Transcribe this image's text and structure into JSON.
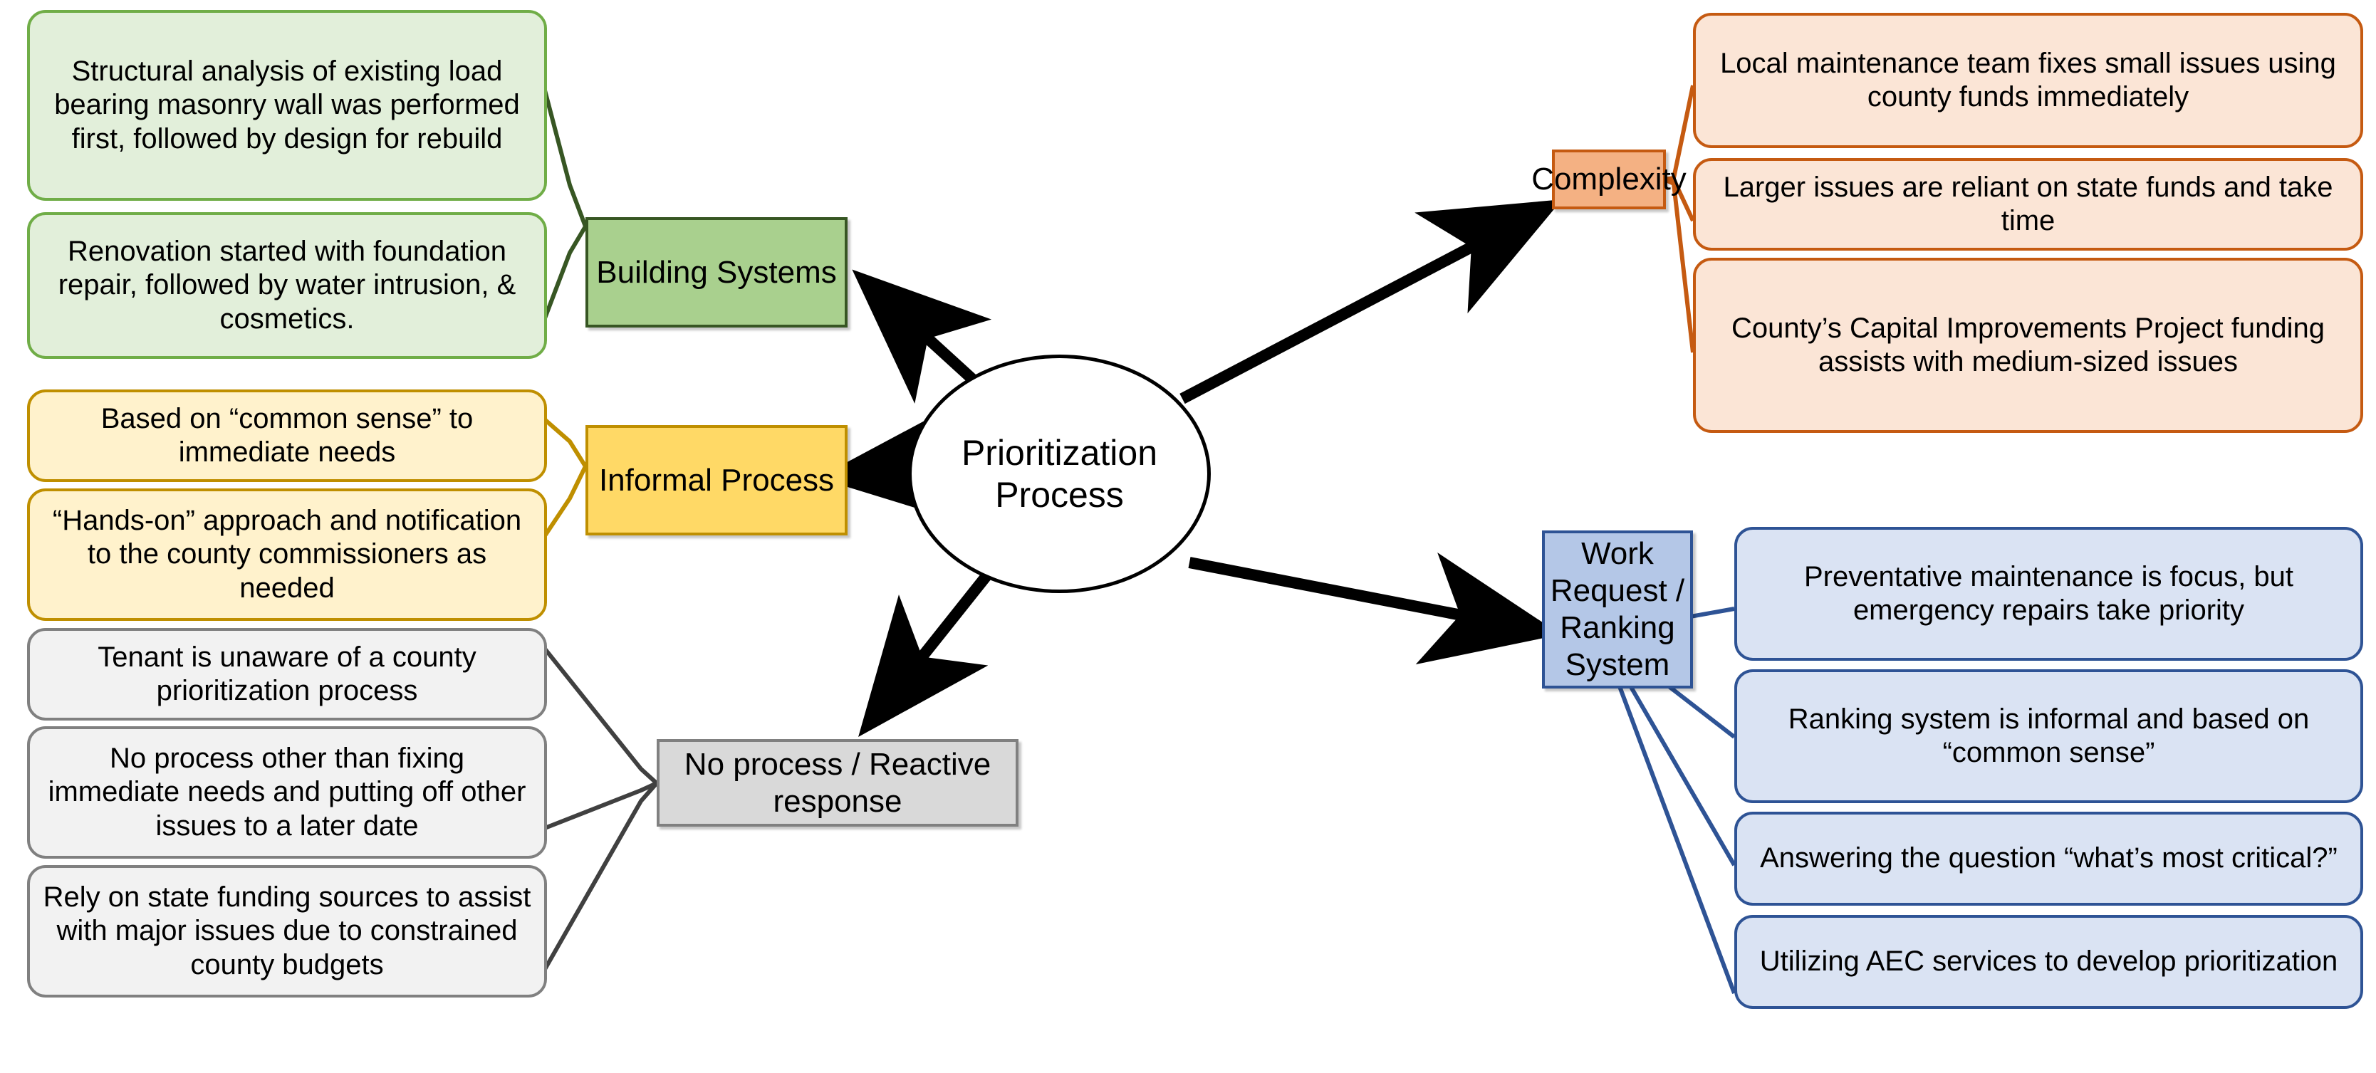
{
  "diagram": {
    "title": "Prioritization Process",
    "center": {
      "label": "Prioritization Process",
      "shape": "ellipse"
    },
    "branches": [
      {
        "id": "building-systems",
        "category_label": "Building Systems",
        "color": "#A9D08E",
        "border_color": "#375623",
        "leaf_fill": "#E2EFDA",
        "side": "left",
        "leaves": [
          {
            "text": "Structural analysis of existing load bearing masonry wall was performed first, followed by design for rebuild"
          },
          {
            "text": "Renovation started with foundation repair, followed by water intrusion, & cosmetics."
          }
        ]
      },
      {
        "id": "informal-process",
        "category_label": "Informal Process",
        "color": "#FFD966",
        "border_color": "#BF8F00",
        "leaf_fill": "#FFF2CC",
        "side": "left",
        "leaves": [
          {
            "text": "Based on “common sense” to immediate needs"
          },
          {
            "text": "“Hands-on” approach and notification to the county commissioners as needed"
          }
        ]
      },
      {
        "id": "no-process-reactive-response",
        "category_label": "No process / Reactive response",
        "color": "#D9D9D9",
        "border_color": "#808080",
        "leaf_fill": "#F2F2F2",
        "side": "left",
        "leaves": [
          {
            "text": "Tenant is unaware of a county prioritization process"
          },
          {
            "text": "No process other than fixing immediate needs and putting off other issues to a later date"
          },
          {
            "text": "Rely on state funding sources to assist with major issues due to constrained county budgets"
          }
        ]
      },
      {
        "id": "complexity",
        "category_label": "Complexity",
        "color": "#F4B183",
        "border_color": "#C55A11",
        "leaf_fill": "#FBE5D6",
        "side": "right",
        "leaves": [
          {
            "text": "Local maintenance team fixes small issues using county funds immediately"
          },
          {
            "text": "Larger issues are reliant on state funds and take time"
          },
          {
            "text": "County’s Capital Improvements Project funding assists with medium-sized issues"
          }
        ]
      },
      {
        "id": "work-request-ranking-system",
        "category_label": "Work Request / Ranking System",
        "color": "#B4C7E7",
        "border_color": "#2E5395",
        "leaf_fill": "#DAE3F3",
        "side": "right",
        "leaves": [
          {
            "text": "Preventative maintenance is focus, but emergency repairs take priority"
          },
          {
            "text": "Ranking system is informal and based on “common sense”"
          },
          {
            "text": "Answering the question “what’s most critical?”"
          },
          {
            "text": "Utilizing AEC services to develop prioritization"
          }
        ]
      }
    ]
  }
}
